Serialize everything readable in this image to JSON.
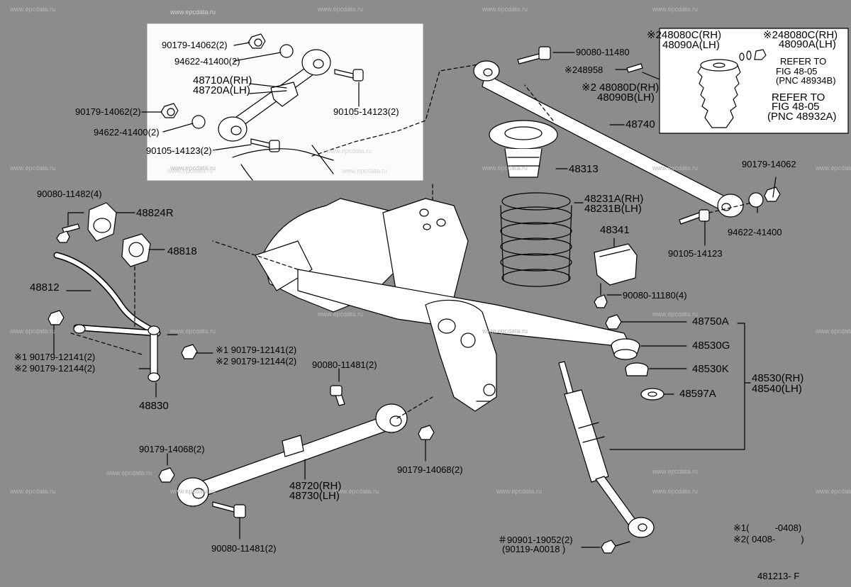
{
  "labels": {
    "p1": "90179-14062(2)",
    "p2": "94622-41400(2)",
    "p3": "48710A(RH)",
    "p4": "48720A(LH)",
    "p5": "90105-14123(2)",
    "p6": "90179-14062(2)",
    "p7": "94622-41400(2)",
    "p8": "90105-14123(2)",
    "p9": "90080-11480",
    "p10": "※248958",
    "p11": "※2 48080D(RH)",
    "p12": "48090B(LH)",
    "p13": "48740",
    "p14": "48313",
    "p15": "48231A(RH)",
    "p16": "48231B(LH)",
    "p17": "48341",
    "p18": "90080-11180(4)",
    "p19": "90179-14062",
    "p20": "94622-41400",
    "p21": "90105-14123",
    "p22": "※248080C(RH)",
    "p23": "48090A(LH)",
    "p24": "※248080C(RH)",
    "p25": "48090A(LH)",
    "p26": "REFER TO",
    "p27": "FIG 48-05",
    "p28": "(PNC 48934B)",
    "p29": "REFER TO",
    "p30": "FIG 48-05",
    "p31": "(PNC 48932A)",
    "p32": "90080-11482(4)",
    "p33": "48824R",
    "p34": "48818",
    "p35": "48812",
    "p36": "※1 90179-12141(2)",
    "p37": "※2 90179-12144(2)",
    "p38": "48830",
    "p39": "※1 90179-12141(2)",
    "p40": "※2 90179-12144(2)",
    "p41": "90080-11481(2)",
    "p42": "90179-14068(2)",
    "p43": "90179-14068(2)",
    "p44": "48720(RH)",
    "p45": "48730(LH)",
    "p46": "90080-11481(2)",
    "p47": "48750A",
    "p48": "48530G",
    "p49": "48530K",
    "p50": "48597A",
    "p51": "48530(RH)",
    "p52": "48540(LH)",
    "p53": "＃90901-19052(2)",
    "p54": "(90119-A0018 )",
    "p55": "※1(          -0408)",
    "p56": "※2( 0408-          )",
    "p57": "481213- F"
  },
  "watermark": "www.epcdata.ru"
}
